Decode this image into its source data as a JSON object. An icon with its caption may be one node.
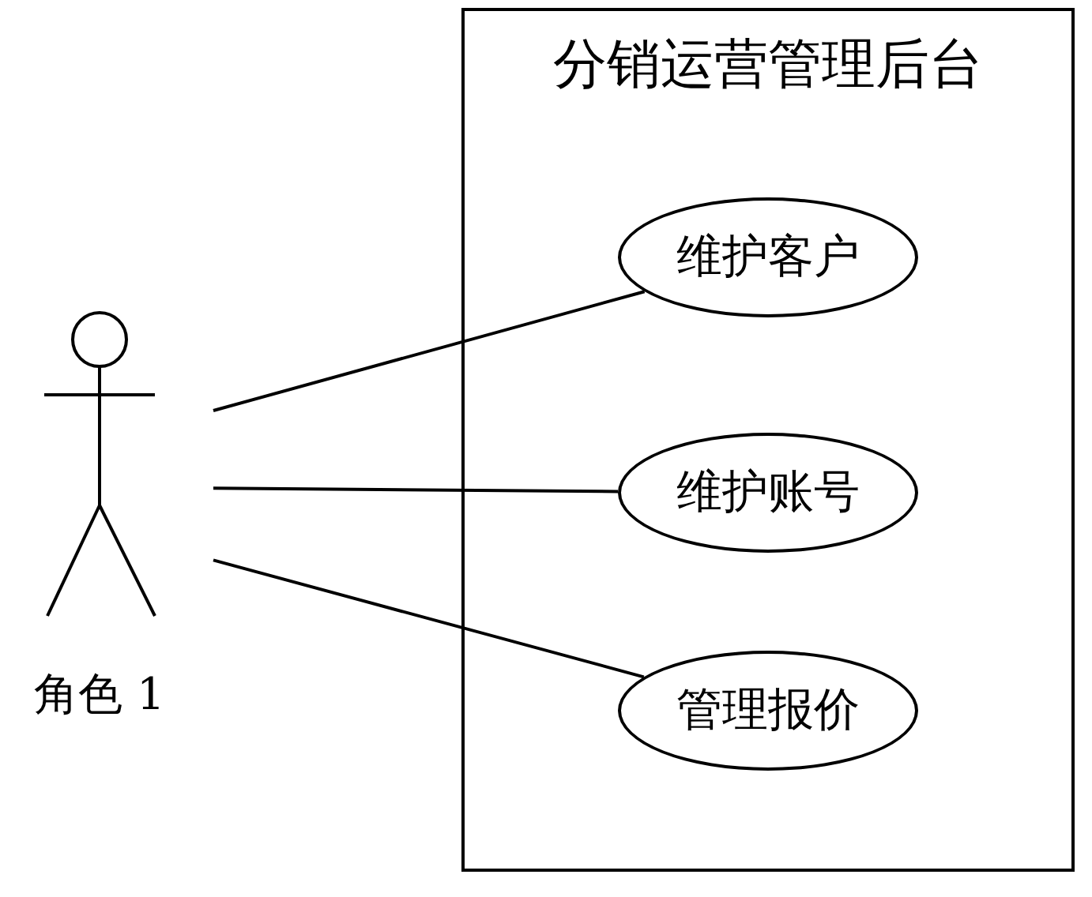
{
  "diagram": {
    "nodes": [
      {
        "text": [
          "角色 1"
        ]
      },
      {
        "text": [
          "分销运营管理后台"
        ]
      },
      {
        "text": [
          "维护客户"
        ],
        "in": 1
      },
      {
        "text": [
          "维护账号"
        ],
        "in": 1
      },
      {
        "text": [
          "管理报价"
        ],
        "in": 1
      }
    ],
    "edges": [
      {
        "from": 0,
        "to": 2,
        "arrow": "none"
      },
      {
        "from": 0,
        "to": 3,
        "arrow": "none"
      },
      {
        "from": 0,
        "to": 4,
        "arrow": "none"
      }
    ]
  }
}
